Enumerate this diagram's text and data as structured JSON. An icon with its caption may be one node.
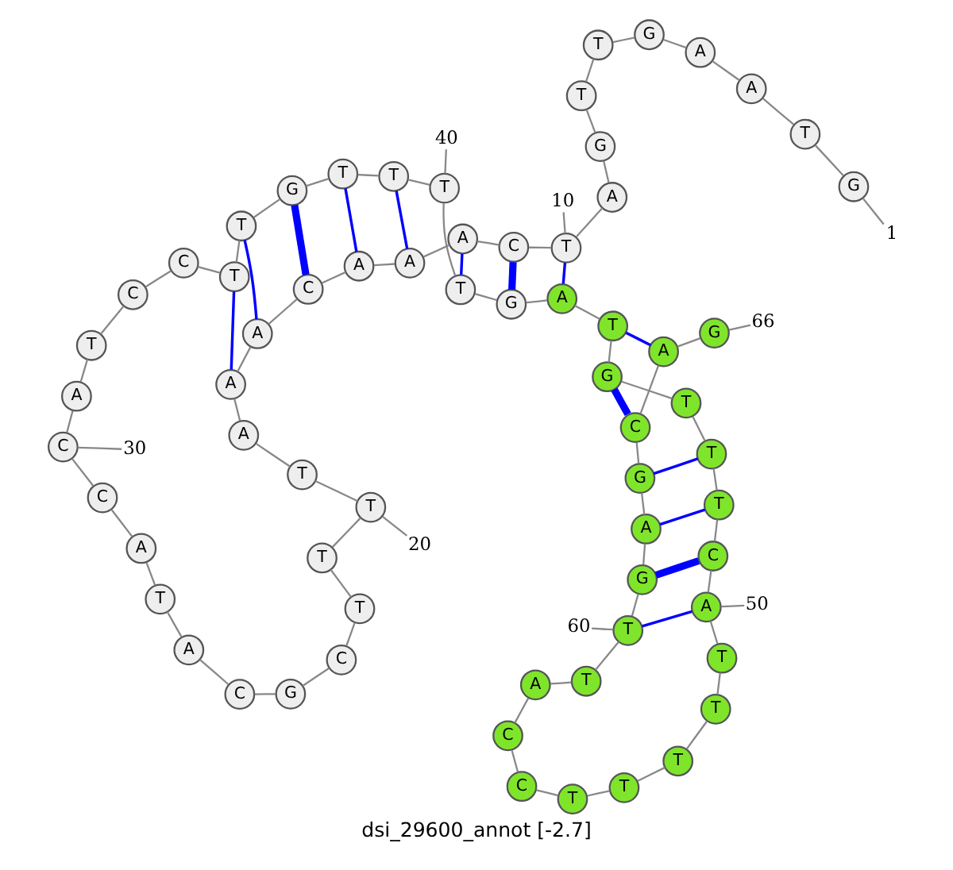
{
  "diagram": {
    "caption": "dsi_29600_annot [-2.7]",
    "nodes": [
      {
        "text": [
          "G"
        ]
      },
      {
        "text": [
          "T"
        ]
      },
      {
        "text": [
          "A"
        ]
      },
      {
        "text": [
          "A"
        ]
      },
      {
        "text": [
          "G"
        ]
      },
      {
        "text": [
          "T"
        ]
      },
      {
        "text": [
          "T"
        ]
      },
      {
        "text": [
          "G"
        ]
      },
      {
        "text": [
          "A"
        ]
      },
      {
        "text": [
          "T"
        ]
      },
      {
        "text": [
          "C"
        ]
      },
      {
        "text": [
          "A"
        ]
      },
      {
        "text": [
          "A"
        ]
      },
      {
        "text": [
          "A"
        ]
      },
      {
        "text": [
          "C"
        ]
      },
      {
        "text": [
          "A"
        ]
      },
      {
        "text": [
          "A"
        ]
      },
      {
        "text": [
          "A"
        ]
      },
      {
        "text": [
          "T"
        ]
      },
      {
        "text": [
          "T"
        ]
      },
      {
        "text": [
          "T"
        ]
      },
      {
        "text": [
          "T"
        ]
      },
      {
        "text": [
          "C"
        ]
      },
      {
        "text": [
          "G"
        ]
      },
      {
        "text": [
          "C"
        ]
      },
      {
        "text": [
          "A"
        ]
      },
      {
        "text": [
          "T"
        ]
      },
      {
        "text": [
          "A"
        ]
      },
      {
        "text": [
          "C"
        ]
      },
      {
        "text": [
          "C"
        ]
      },
      {
        "text": [
          "A"
        ]
      },
      {
        "text": [
          "T"
        ]
      },
      {
        "text": [
          "C"
        ]
      },
      {
        "text": [
          "C"
        ]
      },
      {
        "text": [
          "T"
        ]
      },
      {
        "text": [
          "T"
        ]
      },
      {
        "text": [
          "G"
        ]
      },
      {
        "text": [
          "T"
        ]
      },
      {
        "text": [
          "T"
        ]
      },
      {
        "text": [
          "T"
        ]
      },
      {
        "text": [
          "T"
        ]
      },
      {
        "text": [
          "G"
        ]
      },
      {
        "text": [
          "A"
        ]
      },
      {
        "text": [
          "T"
        ]
      },
      {
        "text": [
          "G"
        ]
      },
      {
        "text": [
          "T"
        ]
      },
      {
        "text": [
          "T"
        ]
      },
      {
        "text": [
          "T"
        ]
      },
      {
        "text": [
          "C"
        ]
      },
      {
        "text": [
          "A"
        ]
      },
      {
        "text": [
          "T"
        ]
      },
      {
        "text": [
          "T"
        ]
      },
      {
        "text": [
          "T"
        ]
      },
      {
        "text": [
          "T"
        ]
      },
      {
        "text": [
          "T"
        ]
      },
      {
        "text": [
          "C"
        ]
      },
      {
        "text": [
          "C"
        ]
      },
      {
        "text": [
          "A"
        ]
      },
      {
        "text": [
          "T"
        ]
      },
      {
        "text": [
          "T"
        ]
      },
      {
        "text": [
          "G"
        ]
      },
      {
        "text": [
          "A"
        ]
      },
      {
        "text": [
          "G"
        ]
      },
      {
        "text": [
          "C"
        ]
      },
      {
        "text": [
          "A"
        ]
      },
      {
        "text": [
          "G"
        ]
      },
      {
        "text": [
          "1"
        ]
      },
      {
        "text": [
          "10"
        ]
      },
      {
        "text": [
          "20"
        ]
      },
      {
        "text": [
          "30"
        ]
      },
      {
        "text": [
          "40"
        ]
      },
      {
        "text": [
          "50"
        ]
      },
      {
        "text": [
          "60"
        ]
      },
      {
        "text": [
          "66"
        ]
      }
    ],
    "edges": [
      {
        "from": 0,
        "to": 1,
        "arrow": "none"
      },
      {
        "from": 1,
        "to": 2,
        "arrow": "none"
      },
      {
        "from": 2,
        "to": 3,
        "arrow": "none"
      },
      {
        "from": 3,
        "to": 4,
        "arrow": "none"
      },
      {
        "from": 4,
        "to": 5,
        "arrow": "none"
      },
      {
        "from": 5,
        "to": 6,
        "arrow": "none"
      },
      {
        "from": 6,
        "to": 7,
        "arrow": "none"
      },
      {
        "from": 7,
        "to": 8,
        "arrow": "none"
      },
      {
        "from": 8,
        "to": 9,
        "arrow": "none"
      },
      {
        "from": 9,
        "to": 10,
        "arrow": "none"
      },
      {
        "from": 10,
        "to": 11,
        "arrow": "none"
      },
      {
        "from": 11,
        "to": 12,
        "arrow": "none"
      },
      {
        "from": 12,
        "to": 13,
        "arrow": "none"
      },
      {
        "from": 13,
        "to": 14,
        "arrow": "none"
      },
      {
        "from": 14,
        "to": 15,
        "arrow": "none"
      },
      {
        "from": 15,
        "to": 16,
        "arrow": "none"
      },
      {
        "from": 16,
        "to": 17,
        "arrow": "none"
      },
      {
        "from": 17,
        "to": 18,
        "arrow": "none"
      },
      {
        "from": 18,
        "to": 19,
        "arrow": "none"
      },
      {
        "from": 19,
        "to": 20,
        "arrow": "none"
      },
      {
        "from": 20,
        "to": 21,
        "arrow": "none"
      },
      {
        "from": 21,
        "to": 22,
        "arrow": "none"
      },
      {
        "from": 22,
        "to": 23,
        "arrow": "none"
      },
      {
        "from": 23,
        "to": 24,
        "arrow": "none"
      },
      {
        "from": 24,
        "to": 25,
        "arrow": "none"
      },
      {
        "from": 25,
        "to": 26,
        "arrow": "none"
      },
      {
        "from": 26,
        "to": 27,
        "arrow": "none"
      },
      {
        "from": 27,
        "to": 28,
        "arrow": "none"
      },
      {
        "from": 28,
        "to": 29,
        "arrow": "none"
      },
      {
        "from": 29,
        "to": 30,
        "arrow": "none"
      },
      {
        "from": 30,
        "to": 31,
        "arrow": "none"
      },
      {
        "from": 31,
        "to": 32,
        "arrow": "none"
      },
      {
        "from": 32,
        "to": 33,
        "arrow": "none"
      },
      {
        "from": 33,
        "to": 34,
        "arrow": "none"
      },
      {
        "from": 34,
        "to": 35,
        "arrow": "none"
      },
      {
        "from": 35,
        "to": 36,
        "arrow": "none"
      },
      {
        "from": 36,
        "to": 37,
        "arrow": "none"
      },
      {
        "from": 37,
        "to": 38,
        "arrow": "none"
      },
      {
        "from": 38,
        "to": 39,
        "arrow": "none"
      },
      {
        "from": 39,
        "to": 40,
        "arrow": "none"
      },
      {
        "from": 40,
        "to": 41,
        "arrow": "none"
      },
      {
        "from": 41,
        "to": 42,
        "arrow": "none"
      },
      {
        "from": 42,
        "to": 43,
        "arrow": "none"
      },
      {
        "from": 43,
        "to": 44,
        "arrow": "none"
      },
      {
        "from": 44,
        "to": 45,
        "arrow": "none"
      },
      {
        "from": 45,
        "to": 46,
        "arrow": "none"
      },
      {
        "from": 46,
        "to": 47,
        "arrow": "none"
      },
      {
        "from": 47,
        "to": 48,
        "arrow": "none"
      },
      {
        "from": 48,
        "to": 49,
        "arrow": "none"
      },
      {
        "from": 49,
        "to": 50,
        "arrow": "none"
      },
      {
        "from": 50,
        "to": 51,
        "arrow": "none"
      },
      {
        "from": 51,
        "to": 52,
        "arrow": "none"
      },
      {
        "from": 52,
        "to": 53,
        "arrow": "none"
      },
      {
        "from": 53,
        "to": 54,
        "arrow": "none"
      },
      {
        "from": 54,
        "to": 55,
        "arrow": "none"
      },
      {
        "from": 55,
        "to": 56,
        "arrow": "none"
      },
      {
        "from": 56,
        "to": 57,
        "arrow": "none"
      },
      {
        "from": 57,
        "to": 58,
        "arrow": "none"
      },
      {
        "from": 58,
        "to": 59,
        "arrow": "none"
      },
      {
        "from": 59,
        "to": 60,
        "arrow": "none"
      },
      {
        "from": 60,
        "to": 61,
        "arrow": "none"
      },
      {
        "from": 61,
        "to": 62,
        "arrow": "none"
      },
      {
        "from": 62,
        "to": 63,
        "arrow": "none"
      },
      {
        "from": 63,
        "to": 64,
        "arrow": "none"
      },
      {
        "from": 64,
        "to": 65,
        "arrow": "none"
      },
      {
        "from": 9,
        "to": 42,
        "arrow": "none",
        "color": "#0000ff"
      },
      {
        "from": 10,
        "to": 41,
        "arrow": "none",
        "style": "thick",
        "color": "#0000ff"
      },
      {
        "from": 11,
        "to": 40,
        "arrow": "none",
        "color": "#0000ff"
      },
      {
        "from": 12,
        "to": 38,
        "arrow": "none",
        "color": "#0000ff"
      },
      {
        "from": 13,
        "to": 37,
        "arrow": "none",
        "color": "#0000ff"
      },
      {
        "from": 14,
        "to": 36,
        "arrow": "none",
        "style": "thick",
        "color": "#0000ff"
      },
      {
        "from": 15,
        "to": 35,
        "arrow": "none",
        "color": "#0000ff"
      },
      {
        "from": 16,
        "to": 34,
        "arrow": "none",
        "color": "#0000ff"
      },
      {
        "from": 43,
        "to": 64,
        "arrow": "none",
        "color": "#0000ff"
      },
      {
        "from": 44,
        "to": 63,
        "arrow": "none",
        "style": "thick",
        "color": "#0000ff"
      },
      {
        "from": 46,
        "to": 62,
        "arrow": "none",
        "color": "#0000ff"
      },
      {
        "from": 47,
        "to": 61,
        "arrow": "none",
        "color": "#0000ff"
      },
      {
        "from": 48,
        "to": 60,
        "arrow": "none",
        "style": "thick",
        "color": "#0000ff"
      },
      {
        "from": 49,
        "to": 59,
        "arrow": "none",
        "color": "#0000ff"
      },
      {
        "from": 66,
        "to": 0,
        "arrow": "none"
      },
      {
        "from": 67,
        "to": 9,
        "arrow": "none"
      },
      {
        "from": 68,
        "to": 19,
        "arrow": "none"
      },
      {
        "from": 69,
        "to": 29,
        "arrow": "none"
      },
      {
        "from": 70,
        "to": 39,
        "arrow": "none"
      },
      {
        "from": 71,
        "to": 49,
        "arrow": "none"
      },
      {
        "from": 72,
        "to": 59,
        "arrow": "none"
      },
      {
        "from": 73,
        "to": 65,
        "arrow": "none"
      }
    ]
  }
}
